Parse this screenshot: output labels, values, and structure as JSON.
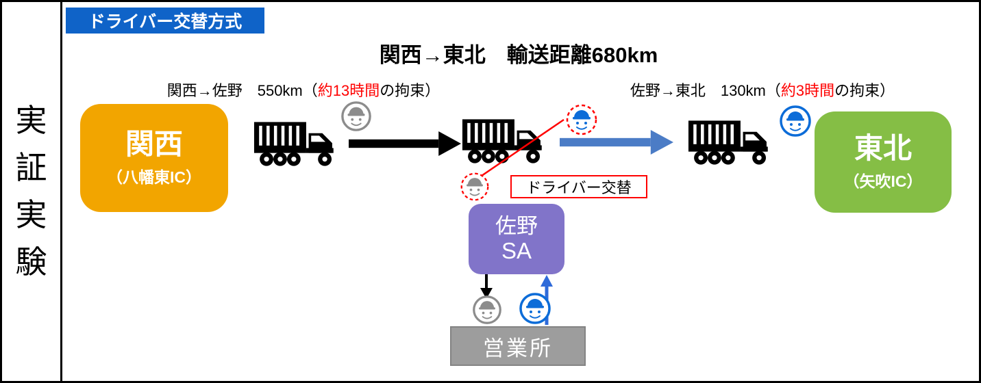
{
  "frame": {
    "side_label": "実証実験"
  },
  "header": {
    "badge": "ドライバー交替方式",
    "title": "関西→東北　輸送距離680km"
  },
  "legs": {
    "left": {
      "prefix": "関西→佐野　550km（",
      "highlight": "約13時間",
      "suffix": "の拘束）"
    },
    "right": {
      "prefix": "佐野→東北　130km（",
      "highlight": "約3時間",
      "suffix": "の拘束）"
    }
  },
  "nodes": {
    "origin": {
      "title": "関西",
      "subtitle": "（八幡東IC）"
    },
    "destination": {
      "title": "東北",
      "subtitle": "（矢吹IC）"
    },
    "sa": {
      "line1": "佐野",
      "line2": "SA"
    },
    "office": {
      "label": "営業所"
    }
  },
  "callout": {
    "driver_swap": "ドライバー交替"
  },
  "icons": {
    "truck": "truck-icon",
    "driver_gray": "driver-gray-icon",
    "driver_blue": "driver-blue-icon",
    "driver_swap": "driver-swap-icon"
  },
  "colors": {
    "badge_blue": "#0F63C8",
    "origin_orange": "#F2A500",
    "destination_green": "#85BE45",
    "sa_purple": "#8174C9",
    "office_gray": "#9D9D9D",
    "arrow_black": "#000000",
    "arrow_blue": "#4B7CC6",
    "arrow_blue_small": "#2E6AD9",
    "swap_red": "#FF0000",
    "driver_gray": "#8C8C8C",
    "driver_blue": "#0C6CD8"
  }
}
